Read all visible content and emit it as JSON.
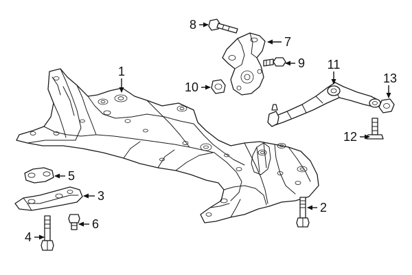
{
  "callouts": [
    {
      "id": "1",
      "label": "1",
      "part": "crossmember"
    },
    {
      "id": "2",
      "label": "2",
      "part": "bolt"
    },
    {
      "id": "3",
      "label": "3",
      "part": "bracket"
    },
    {
      "id": "4",
      "label": "4",
      "part": "bolt"
    },
    {
      "id": "5",
      "label": "5",
      "part": "nut-plate"
    },
    {
      "id": "6",
      "label": "6",
      "part": "bolt"
    },
    {
      "id": "7",
      "label": "7",
      "part": "steering-knuckle"
    },
    {
      "id": "8",
      "label": "8",
      "part": "bolt"
    },
    {
      "id": "9",
      "label": "9",
      "part": "bolt"
    },
    {
      "id": "10",
      "label": "10",
      "part": "nut"
    },
    {
      "id": "11",
      "label": "11",
      "part": "control-arm"
    },
    {
      "id": "12",
      "label": "12",
      "part": "stud"
    },
    {
      "id": "13",
      "label": "13",
      "part": "nut"
    }
  ],
  "colors": {
    "line": "#1a1a1a",
    "fill": "#ffffff"
  }
}
